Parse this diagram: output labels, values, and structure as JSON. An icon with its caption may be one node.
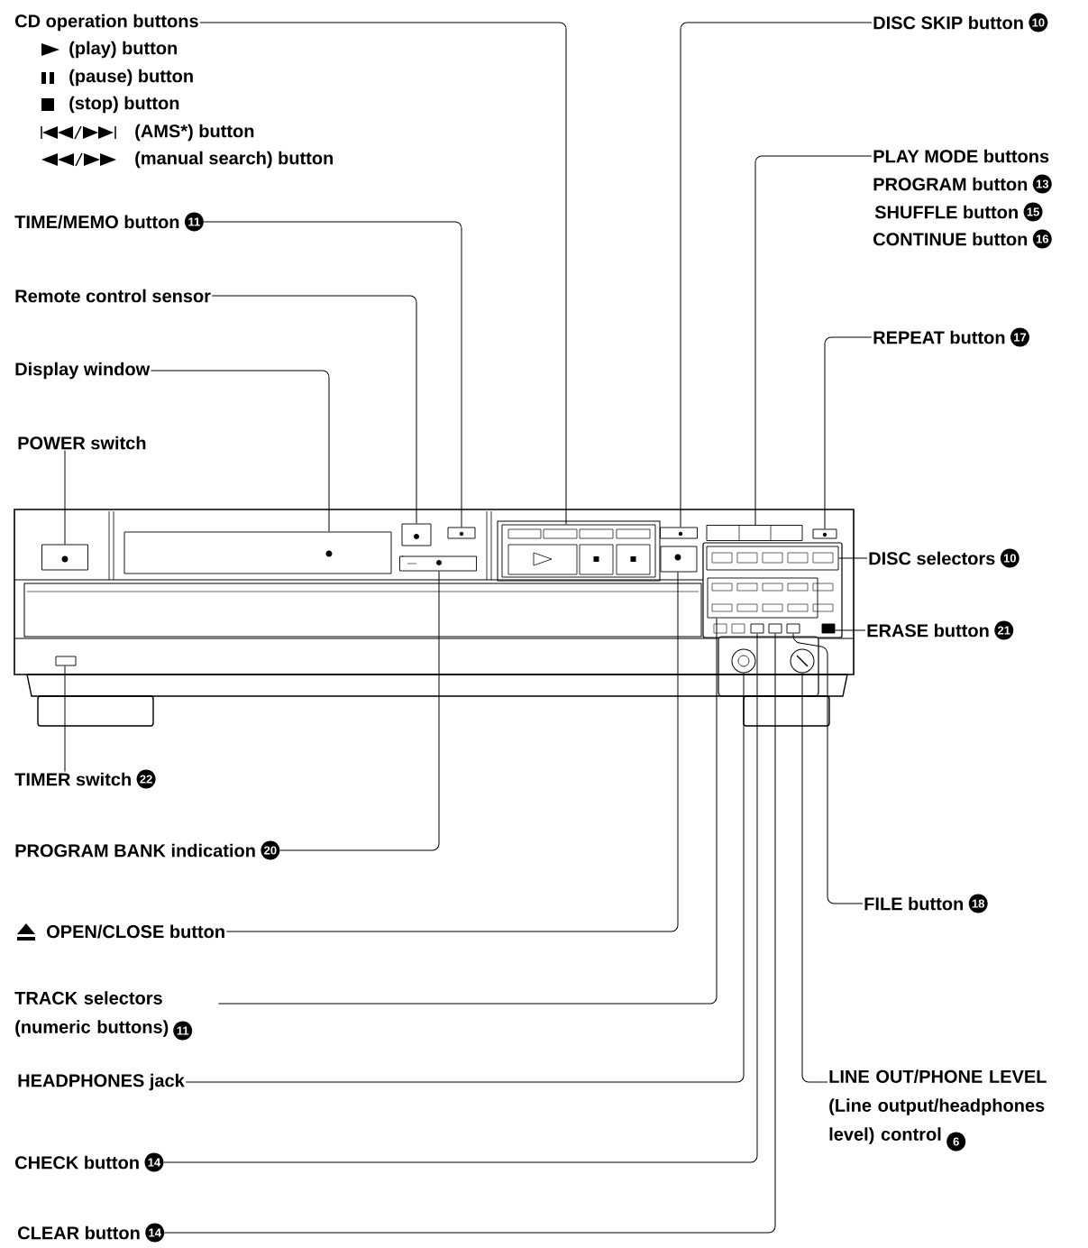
{
  "diagram": {
    "nodes": [
      {
        "text": [
          "CD operation buttons",
          "(play) button",
          "(pause) button",
          "(stop) button",
          "(AMS*) button",
          "(manual search) button"
        ]
      },
      {
        "text": [
          "TIME/MEMO button",
          "11"
        ]
      },
      {
        "text": [
          "Remote control sensor"
        ]
      },
      {
        "text": [
          "Display window"
        ]
      },
      {
        "text": [
          "POWER switch"
        ]
      },
      {
        "text": [
          "DISC SKIP button",
          "10"
        ]
      },
      {
        "text": [
          "PLAY MODE buttons",
          "PROGRAM button",
          "13",
          "SHUFFLE button",
          "15",
          "CONTINUE button",
          "16"
        ]
      },
      {
        "text": [
          "REPEAT button",
          "17"
        ]
      },
      {
        "text": [
          "DISC selectors",
          "10"
        ]
      },
      {
        "text": [
          "ERASE button",
          "21"
        ]
      },
      {
        "text": [
          "TIMER switch",
          "22"
        ]
      },
      {
        "text": [
          "PROGRAM BANK indication",
          "20"
        ]
      },
      {
        "text": [
          "OPEN/CLOSE button"
        ]
      },
      {
        "text": [
          "TRACK selectors (numeric buttons)",
          "11"
        ]
      },
      {
        "text": [
          "HEADPHONES jack"
        ]
      },
      {
        "text": [
          "CHECK button",
          "14"
        ]
      },
      {
        "text": [
          "CLEAR button",
          "14"
        ]
      },
      {
        "text": [
          "LINE OUT/PHONE LEVEL (Line output/headphones level) control",
          "6"
        ]
      },
      {
        "text": [
          "FILE button",
          "18"
        ]
      },
      {
        "text": [],
        "shape": "box"
      },
      {
        "text": [],
        "shape": "box"
      },
      {
        "text": [],
        "shape": "box"
      },
      {
        "text": [],
        "shape": "box"
      },
      {
        "text": [],
        "shape": "box"
      },
      {
        "text": [],
        "shape": "box"
      },
      {
        "text": [],
        "shape": "box"
      },
      {
        "text": [],
        "shape": "box"
      },
      {
        "text": [],
        "shape": "box"
      },
      {
        "text": [],
        "shape": "box"
      },
      {
        "text": [],
        "shape": "box"
      },
      {
        "text": [],
        "shape": "box"
      },
      {
        "text": [],
        "shape": "box"
      },
      {
        "text": [],
        "shape": "box"
      },
      {
        "text": [],
        "shape": "circle"
      },
      {
        "text": [],
        "shape": "box"
      },
      {
        "text": [],
        "shape": "box"
      },
      {
        "text": [],
        "shape": "circle"
      },
      {
        "text": [],
        "shape": "box"
      }
    ],
    "edges": [
      {
        "from": 0,
        "to": 19,
        "arrow": "none"
      },
      {
        "from": 1,
        "to": 20,
        "arrow": "none"
      },
      {
        "from": 2,
        "to": 21,
        "arrow": "none"
      },
      {
        "from": 3,
        "to": 22,
        "arrow": "none"
      },
      {
        "from": 4,
        "to": 23,
        "arrow": "none"
      },
      {
        "from": 5,
        "to": 24,
        "arrow": "none"
      },
      {
        "from": 6,
        "to": 25,
        "arrow": "none"
      },
      {
        "from": 7,
        "to": 26,
        "arrow": "none"
      },
      {
        "from": 8,
        "to": 27,
        "arrow": "none"
      },
      {
        "from": 9,
        "to": 28,
        "arrow": "none"
      },
      {
        "from": 10,
        "to": 29,
        "arrow": "none"
      },
      {
        "from": 11,
        "to": 30,
        "arrow": "none"
      },
      {
        "from": 12,
        "to": 31,
        "arrow": "none"
      },
      {
        "from": 13,
        "to": 32,
        "arrow": "none"
      },
      {
        "from": 14,
        "to": 33,
        "arrow": "none"
      },
      {
        "from": 15,
        "to": 34,
        "arrow": "none"
      },
      {
        "from": 16,
        "to": 35,
        "arrow": "none"
      },
      {
        "from": 17,
        "to": 36,
        "arrow": "none"
      },
      {
        "from": 18,
        "to": 37,
        "arrow": "none"
      }
    ]
  }
}
